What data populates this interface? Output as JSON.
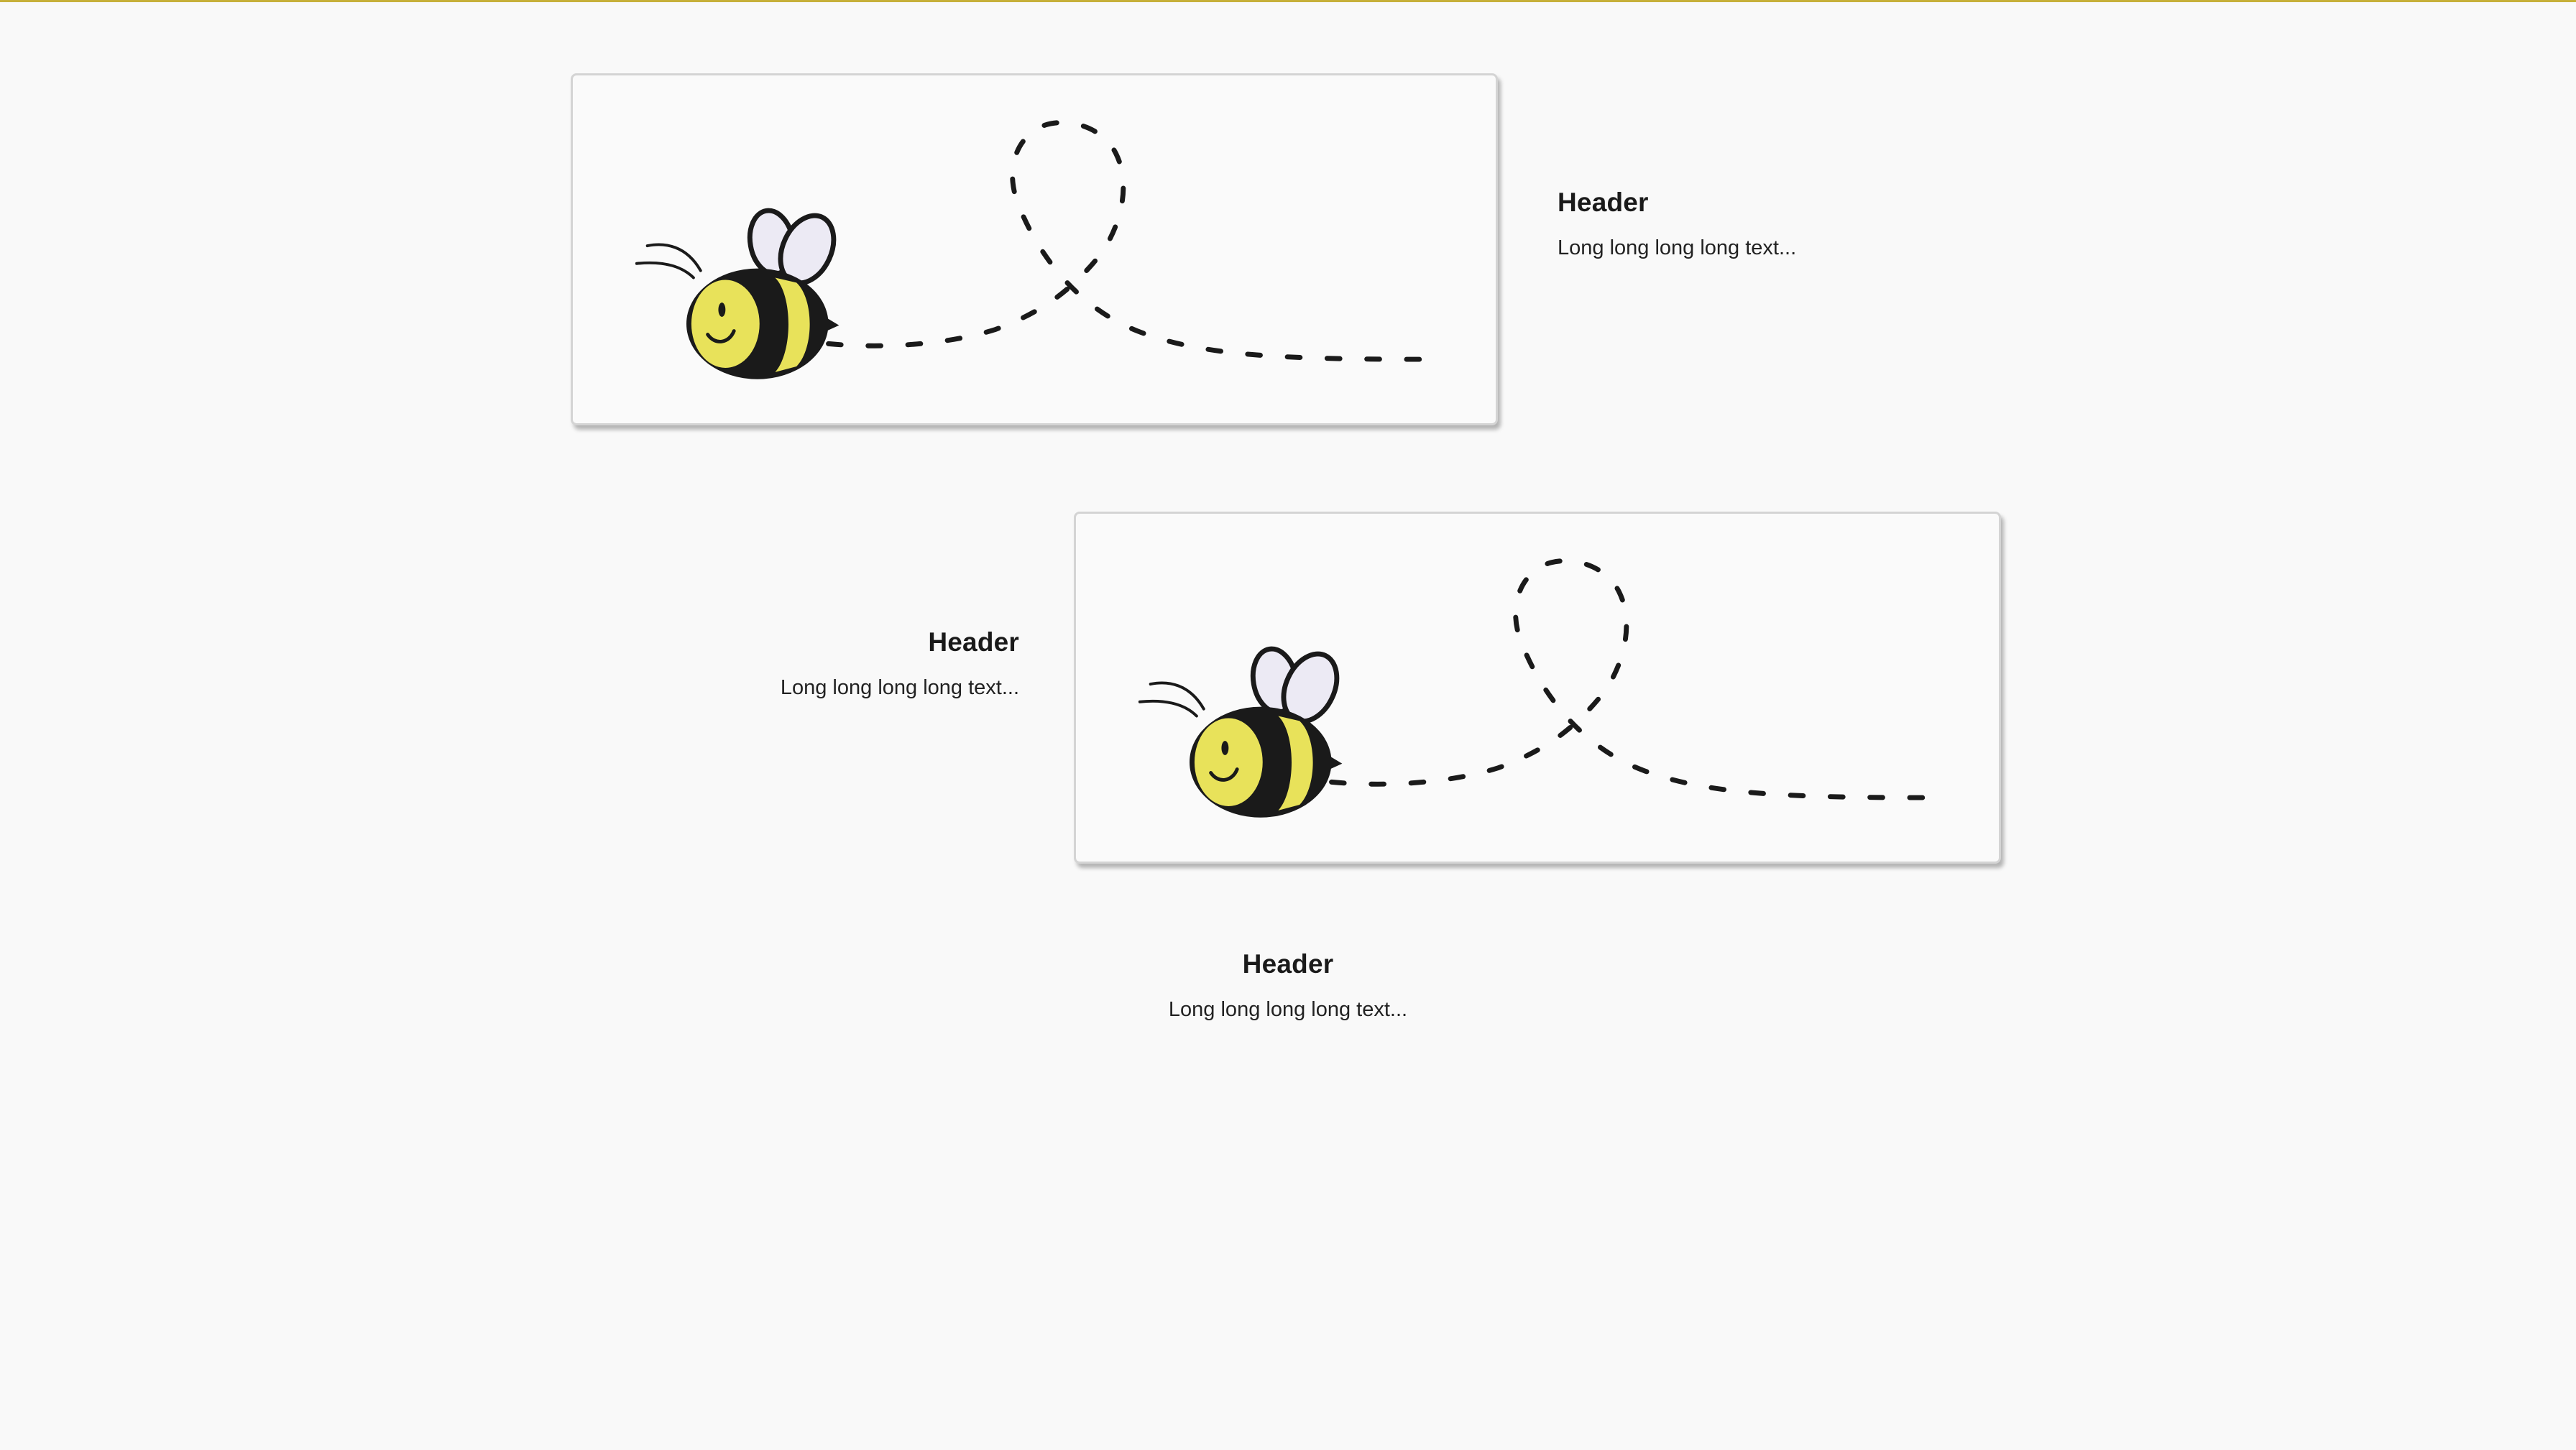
{
  "items": [
    {
      "header": "Header",
      "text": "Long long long long text..."
    },
    {
      "header": "Header",
      "text": "Long long long long text..."
    },
    {
      "header": "Header",
      "text": "Long long long long text..."
    }
  ],
  "icons": {
    "card_illustration": "bee-flight-path-icon"
  },
  "colors": {
    "background": "#f9f9f9",
    "top_border": "#c7b03a",
    "bee_yellow": "#e8e25a",
    "bee_black": "#1a1a1a",
    "wing": "#eceaf4"
  }
}
